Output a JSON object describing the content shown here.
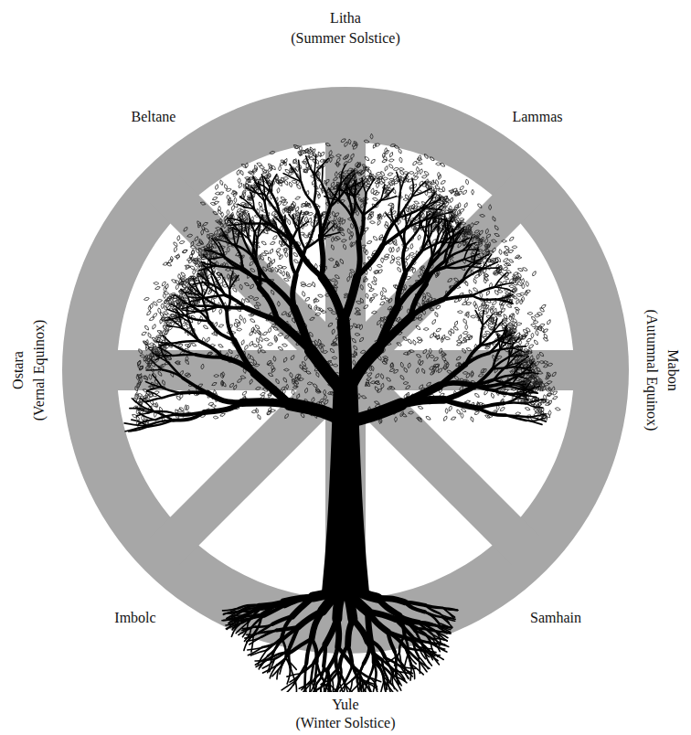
{
  "diagram": {
    "labels": [
      "Litha",
      "(Summer Solstice)",
      "Beltane",
      "Lammas",
      "Ostara",
      "(Vernal Equinox)",
      "Mabon",
      "(Autumnal Equinox)",
      "Imbolc",
      "Samhain",
      "Yule",
      "(Winter Solstice)"
    ]
  }
}
